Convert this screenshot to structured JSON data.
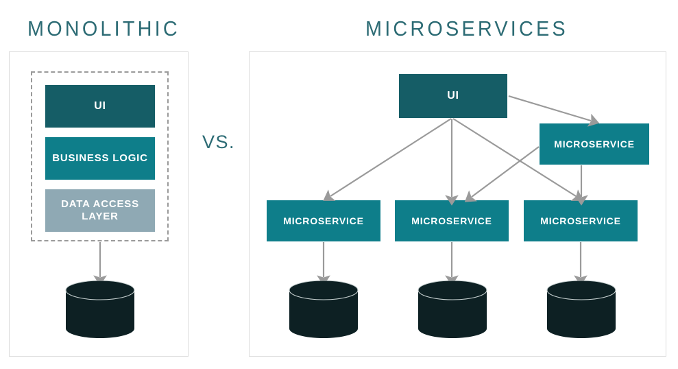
{
  "titles": {
    "monolithic": "MONOLITHIC",
    "microservices": "MICROSERVICES"
  },
  "vs": "VS.",
  "colors": {
    "ui_dark_teal": "#155d66",
    "service_teal": "#0e7e8a",
    "data_layer_slate": "#8fa9b4",
    "database_dark": "#0d2023",
    "arrow_gray": "#9a9a9a",
    "panel_border": "#dcdcdc",
    "heading_teal": "#2c6b74"
  },
  "monolithic": {
    "layers": [
      {
        "id": "ui",
        "label": "UI",
        "color": "#155d66"
      },
      {
        "id": "business-logic",
        "label": "BUSINESS LOGIC",
        "color": "#0e7e8a"
      },
      {
        "id": "data-access-layer",
        "label": "DATA ACCESS LAYER",
        "color": "#8fa9b4"
      }
    ],
    "database_count": 1
  },
  "microservices": {
    "ui": {
      "label": "UI"
    },
    "right_service": {
      "label": "MICROSERVICE"
    },
    "bottom_services": [
      {
        "label": "MICROSERVICE"
      },
      {
        "label": "MICROSERVICE"
      },
      {
        "label": "MICROSERVICE"
      }
    ],
    "database_count": 3
  }
}
